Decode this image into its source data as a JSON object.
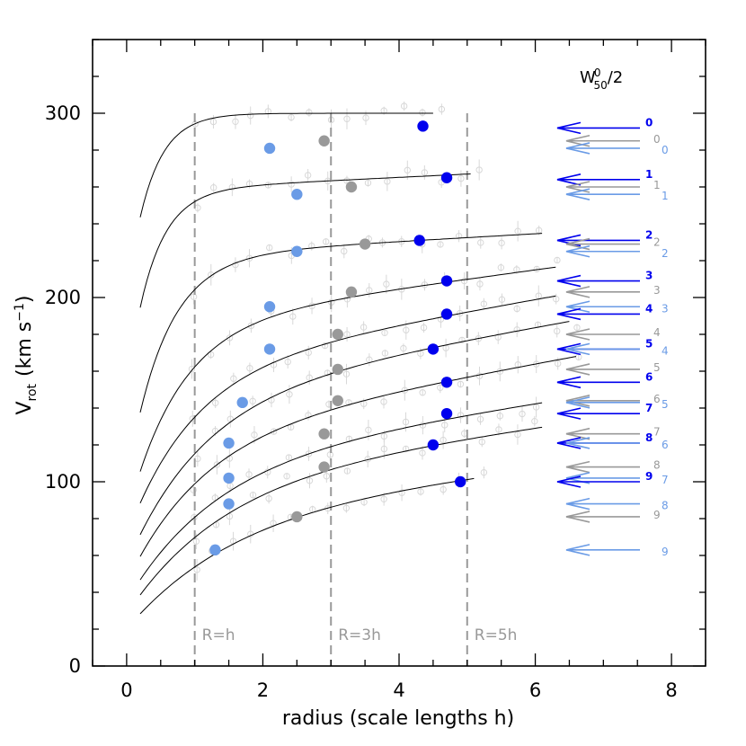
{
  "chart_data": {
    "type": "line",
    "title": "",
    "xlabel": "radius (scale lengths h)",
    "ylabel_main": "V",
    "ylabel_sub": "rot",
    "ylabel_units": "(km s",
    "ylabel_units_sup": "−1",
    "ylabel_units_close": ")",
    "xlim": [
      -0.5,
      8.5
    ],
    "ylim": [
      0,
      340
    ],
    "xticks": [
      0,
      2,
      4,
      6,
      8
    ],
    "yticks": [
      0,
      100,
      200,
      300
    ],
    "xtick_labels": [
      "0",
      "2",
      "4",
      "6",
      "8"
    ],
    "ytick_labels": [
      "0",
      "100",
      "200",
      "300"
    ],
    "colors": {
      "marker_light": "#6a9be6",
      "marker_gray": "#999999",
      "marker_dark": "#0000ee",
      "curve": "#000000",
      "background_points": "#d8d8d8",
      "vline": "#999999"
    },
    "vlines": [
      {
        "x": 1,
        "label": "R=h"
      },
      {
        "x": 3,
        "label": "R=3h"
      },
      {
        "x": 5,
        "label": "R=5h"
      }
    ],
    "series": [
      {
        "name": "0",
        "rmax": 4.5,
        "v0": 200,
        "vinf": 300,
        "rt": 0.35,
        "slope": 0,
        "points": [
          [
            2.1,
            281,
            "light"
          ],
          [
            2.9,
            285,
            "gray"
          ],
          [
            4.35,
            293,
            "dark"
          ]
        ]
      },
      {
        "name": "1",
        "rmax": 5.05,
        "v0": 150,
        "vinf": 258,
        "rt": 0.38,
        "slope": 1.8,
        "points": [
          [
            2.5,
            256,
            "light"
          ],
          [
            3.3,
            260,
            "gray"
          ],
          [
            4.7,
            265,
            "dark"
          ]
        ]
      },
      {
        "name": "2",
        "rmax": 6.1,
        "v0": 100,
        "vinf": 222,
        "rt": 0.55,
        "slope": 2.1,
        "points": [
          [
            2.5,
            225,
            "light"
          ],
          [
            3.5,
            229,
            "gray"
          ],
          [
            4.3,
            231,
            "dark"
          ]
        ]
      },
      {
        "name": "3",
        "rmax": 6.3,
        "v0": 80,
        "vinf": 185,
        "rt": 0.75,
        "slope": 5,
        "points": [
          [
            2.1,
            195,
            "light"
          ],
          [
            3.3,
            203,
            "gray"
          ],
          [
            4.7,
            209,
            "dark"
          ]
        ]
      },
      {
        "name": "4",
        "rmax": 6.3,
        "v0": 70,
        "vinf": 160,
        "rt": 0.95,
        "slope": 6.5,
        "points": [
          [
            2.1,
            172,
            "light"
          ],
          [
            3.1,
            180,
            "gray"
          ],
          [
            4.7,
            191,
            "dark"
          ]
        ]
      },
      {
        "name": "5",
        "rmax": 6.5,
        "v0": 55,
        "vinf": 145,
        "rt": 1.1,
        "slope": 6.5,
        "points": [
          [
            1.7,
            143,
            "light"
          ],
          [
            3.1,
            161,
            "gray"
          ],
          [
            4.5,
            172,
            "dark"
          ]
        ]
      },
      {
        "name": "6",
        "rmax": 6.6,
        "v0": 45,
        "vinf": 124,
        "rt": 1.1,
        "slope": 6.7,
        "points": [
          [
            1.5,
            121,
            "light"
          ],
          [
            3.1,
            144,
            "gray"
          ],
          [
            4.7,
            154,
            "dark"
          ]
        ]
      },
      {
        "name": "7",
        "rmax": 6.1,
        "v0": 35,
        "vinf": 110,
        "rt": 1.3,
        "slope": 5.5,
        "points": [
          [
            1.5,
            102,
            "light"
          ],
          [
            2.9,
            126,
            "gray"
          ],
          [
            4.7,
            137,
            "dark"
          ]
        ]
      },
      {
        "name": "8",
        "rmax": 6.1,
        "v0": 28,
        "vinf": 100,
        "rt": 1.4,
        "slope": 5,
        "points": [
          [
            1.5,
            88,
            "light"
          ],
          [
            2.9,
            108,
            "gray"
          ],
          [
            4.5,
            120,
            "dark"
          ]
        ]
      },
      {
        "name": "9",
        "rmax": 5.1,
        "v0": 20,
        "vinf": 84,
        "rt": 1.6,
        "slope": 4,
        "points": [
          [
            1.3,
            63,
            "light"
          ],
          [
            2.5,
            81,
            "gray"
          ],
          [
            4.9,
            100,
            "dark"
          ]
        ]
      }
    ],
    "arrows_title_main": "W",
    "arrows_title_sup": "0",
    "arrows_title_sub": "50",
    "arrows_title_tail": "/2",
    "arrows": [
      {
        "v": 292,
        "color": "dark",
        "label": "0",
        "labeloffset": 0
      },
      {
        "v": 285,
        "color": "gray",
        "label": "0",
        "labeloffset": 1
      },
      {
        "v": 281,
        "color": "light",
        "label": "0",
        "labeloffset": 2
      },
      {
        "v": 264,
        "color": "dark",
        "label": "1",
        "labeloffset": 0
      },
      {
        "v": 260,
        "color": "gray",
        "label": "1",
        "labeloffset": 1
      },
      {
        "v": 256,
        "color": "light",
        "label": "1",
        "labeloffset": 2
      },
      {
        "v": 231,
        "color": "dark",
        "label": "2",
        "labeloffset": 0
      },
      {
        "v": 229,
        "color": "gray",
        "label": "2",
        "labeloffset": 1
      },
      {
        "v": 225,
        "color": "light",
        "label": "2",
        "labeloffset": 2
      },
      {
        "v": 209,
        "color": "dark",
        "label": "3",
        "labeloffset": 0
      },
      {
        "v": 203,
        "color": "gray",
        "label": "3",
        "labeloffset": 1
      },
      {
        "v": 195,
        "color": "light",
        "label": "3",
        "labeloffset": 2
      },
      {
        "v": 191,
        "color": "dark",
        "label": "4",
        "labeloffset": 0
      },
      {
        "v": 180,
        "color": "gray",
        "label": "4",
        "labeloffset": 1
      },
      {
        "v": 172,
        "color": "dark",
        "label": "5",
        "labeloffset": 0
      },
      {
        "v": 172,
        "color": "light",
        "label": "4",
        "labeloffset": 2
      },
      {
        "v": 161,
        "color": "gray",
        "label": "5",
        "labeloffset": 1
      },
      {
        "v": 154,
        "color": "dark",
        "label": "6",
        "labeloffset": 0
      },
      {
        "v": 144,
        "color": "gray",
        "label": "6",
        "labeloffset": 1
      },
      {
        "v": 143,
        "color": "light",
        "label": "5",
        "labeloffset": 2
      },
      {
        "v": 137,
        "color": "dark",
        "label": "7",
        "labeloffset": 0
      },
      {
        "v": 126,
        "color": "gray",
        "label": "7",
        "labeloffset": 1
      },
      {
        "v": 121,
        "color": "dark",
        "label": "8",
        "labeloffset": 0
      },
      {
        "v": 121,
        "color": "light",
        "label": "6",
        "labeloffset": 2
      },
      {
        "v": 108,
        "color": "gray",
        "label": "8",
        "labeloffset": 1
      },
      {
        "v": 102,
        "color": "light",
        "label": "7",
        "labeloffset": 2
      },
      {
        "v": 100,
        "color": "dark",
        "label": "9",
        "labeloffset": 0
      },
      {
        "v": 88,
        "color": "light",
        "label": "8",
        "labeloffset": 2
      },
      {
        "v": 81,
        "color": "gray",
        "label": "9",
        "labeloffset": 1
      },
      {
        "v": 63,
        "color": "light",
        "label": "9",
        "labeloffset": 2
      }
    ]
  }
}
